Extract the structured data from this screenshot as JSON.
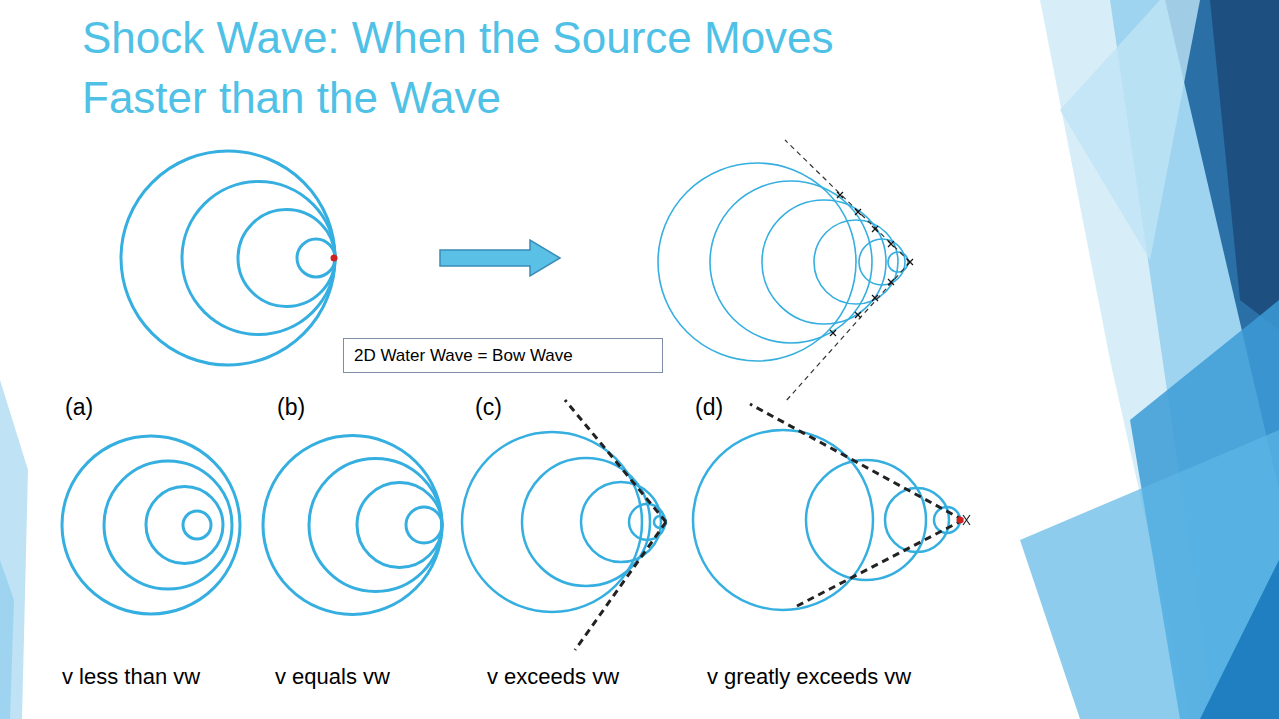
{
  "diagram": {
    "title": "Shock Wave: When the Source Moves Faster than the Wave",
    "nodes": [
      {
        "text": [
          "2D Water Wave = Bow Wave"
        ]
      }
    ],
    "labels": [
      "(a)",
      "(b)",
      "(c)",
      "(d)",
      "v less than vw",
      "v equals vw",
      "v exceeds vw",
      "v greatly exceeds vw"
    ]
  }
}
